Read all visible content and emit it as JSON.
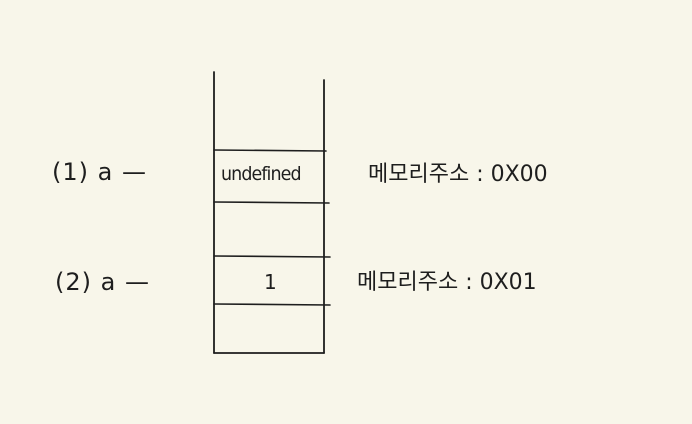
{
  "labels": {
    "step1": "(1) a —",
    "step2": "(2) a —"
  },
  "stack_cells": {
    "cell1_value": "undefined",
    "cell2_value": "1"
  },
  "addresses": {
    "addr1": "메모리주소 : 0X00",
    "addr2": "메모리주소 : 0X01"
  }
}
